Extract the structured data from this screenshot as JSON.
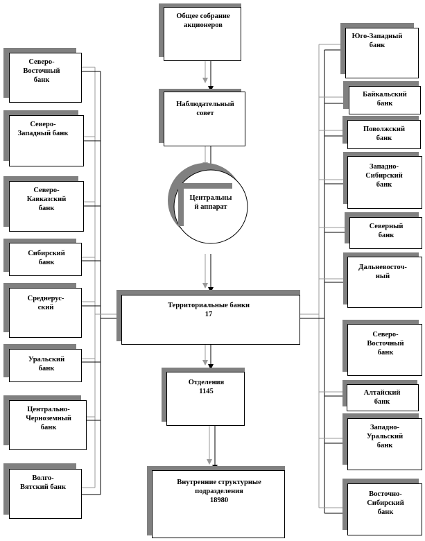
{
  "center": {
    "assembly": "Общее собрание\nакционеров",
    "board": "Наблюдательный\nсовет",
    "apparatus": "Центральны\nй аппарат",
    "territorial": "Территориальные банки\n17",
    "branches": "Отделения\n1145",
    "internal": "Внутренние структурные\nподразделения\n18980"
  },
  "left_banks": [
    "Северо-\nВосточный\nбанк",
    "Северо-\nЗападный банк",
    "Северо-\nКавказский\nбанк",
    "Сибирский\nбанк",
    "Среднерус-\nский",
    "Уральский\nбанк",
    "Центрально-\nЧерноземный\nбанк",
    "Волго-\nВятский банк"
  ],
  "right_banks": [
    "Юго-Западный\nбанк",
    "Байкальский\nбанк",
    "Поволжский\nбанк",
    "Западно-\nСибирский\nбанк",
    "Северный\nбанк",
    "Дальневосточ-\nный",
    "Северо-\nВосточный\nбанк",
    "Алтайский\nбанк",
    "Западно-\nУральский\nбанк",
    "Восточно-\nСибирский\nбанк"
  ],
  "colors": {
    "shadow": "#808080",
    "line": "#000000",
    "grey_line": "#999999"
  }
}
